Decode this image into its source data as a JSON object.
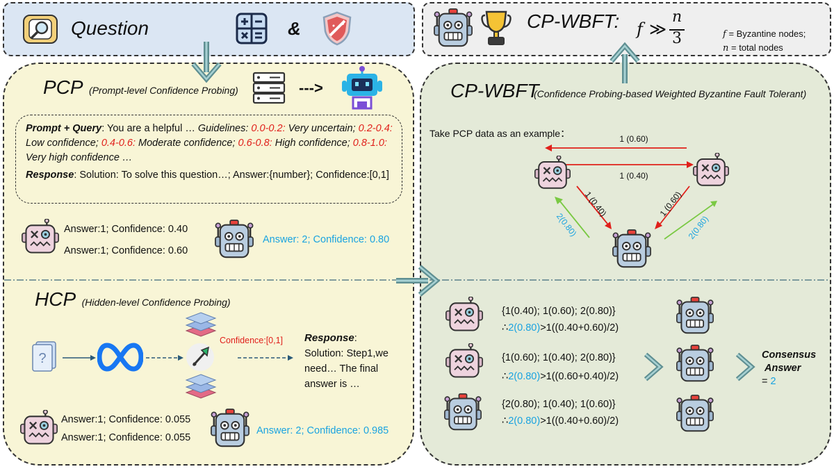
{
  "question": {
    "label": "Question",
    "amp": "&"
  },
  "top_right": {
    "title": "CP-WBFT",
    "colon": ":",
    "formula_f": "f",
    "formula_gg": "≫",
    "formula_n": "n",
    "formula_3": "3",
    "legend_f_var": "f",
    "legend_f_text": "= Byzantine nodes;",
    "legend_n_var": "n",
    "legend_n_text": "= total nodes"
  },
  "pcp": {
    "title": "PCP",
    "subtitle": "(Prompt-level Confidence Probing)",
    "arrow": "--->",
    "prompt_label": "Prompt + Query",
    "prompt_text1": ": You are a helpful … ",
    "guidelines": "Guidelines:",
    "r1": "0.0-0.2:",
    "r1t": "Very uncertain;",
    "r2": "0.2-0.4:",
    "r2t": "Low confidence;",
    "r3": "0.4-0.6:",
    "r3t": "Moderate confidence;",
    "r4": "0.6-0.8:",
    "r4t": "High confidence;",
    "r5": "0.8-1.0:",
    "r5t": "Very high confidence …",
    "response_label": "Response",
    "response_text": ": Solution: To solve this question…; Answer:{number}; Confidence:[0,1]",
    "ans1": "Answer:1; Confidence: 0.40",
    "ans2": "Answer:1; Confidence: 0.60",
    "ans3": "Answer: 2; Confidence: 0.80"
  },
  "hcp": {
    "title": "HCP",
    "subtitle": "(Hidden-level Confidence Probing)",
    "confidence": "Confidence:[0,1]",
    "response_label": "Response",
    "response_colon": ":",
    "response_text": "Solution: Step1,we need… The final answer is …",
    "ans1": "Answer:1; Confidence: 0.055",
    "ans2": "Answer:1; Confidence: 0.055",
    "ans3": "Answer: 2; Confidence: 0.985"
  },
  "cpwbft": {
    "title": "CP-WBFT",
    "subtitle": "(Confidence Probing-based Weighted Byzantine Fault Tolerant)",
    "example": "Take PCP data as an example：",
    "edge_top_red": "1 (0.60)",
    "edge_top_black": "1 (0.40)",
    "edge_left_red": "1 (0.40)",
    "edge_left_green": "2(0.80)",
    "edge_right_red": "1 (0.60)",
    "edge_right_green": "2(0.80)",
    "row1_set": "{1(0.40); 1(0.60); 2(0.80)}",
    "row1_pre": "∴",
    "row1_hl": "2(0.80)",
    "row1_post": ">1((0.40+0.60)/2)",
    "row2_set": "{1(0.60); 1(0.40); 2(0.80)}",
    "row2_pre": "∴",
    "row2_hl": "2(0.80)",
    "row2_post": ">1((0.60+0.40)/2)",
    "row3_set": "{2(0.80); 1(0.40); 1(0.60)}",
    "row3_pre": "∴",
    "row3_hl": "2(0.80)",
    "row3_post": ">1((0.40+0.60)/2)",
    "consensus1": "Consensus",
    "consensus2": "Answer",
    "consensus_eq": "= ",
    "consensus_val": "2"
  },
  "colors": {
    "red": "#e0201b",
    "blue": "#1aa3e0",
    "green": "#7ac943",
    "question_bg": "#dbe6f3",
    "left_bg": "#f8f5d6",
    "right_bg": "#e4ead8",
    "top_right_bg": "#efefef"
  }
}
